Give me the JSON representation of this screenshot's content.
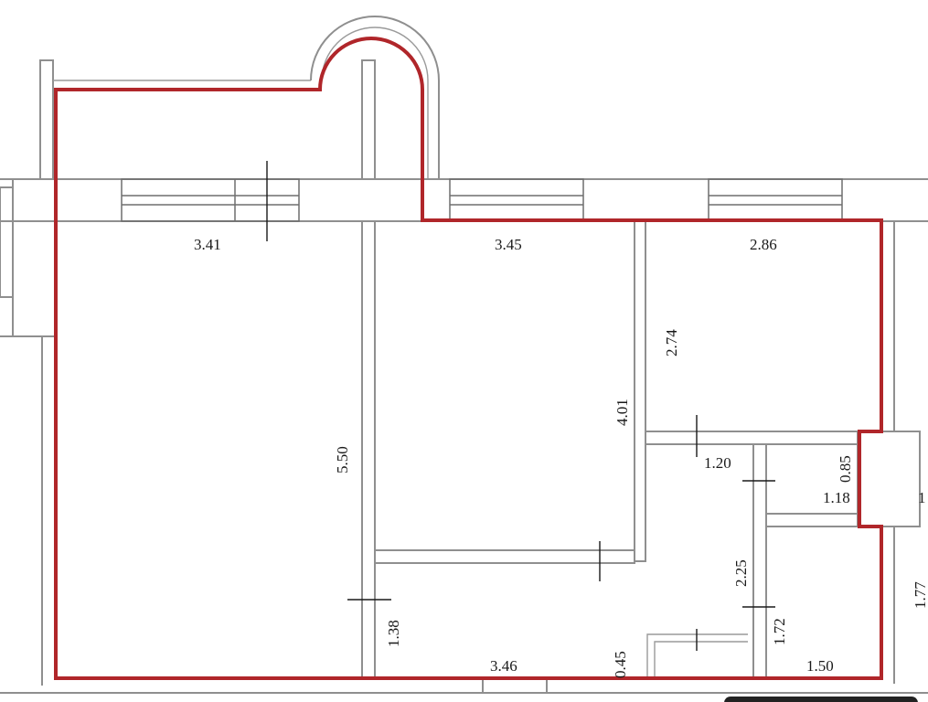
{
  "plan": {
    "boundary_color": "#b0262a",
    "wall_color": "#8f8f8f",
    "dimensions": [
      {
        "id": "dim-room1-width",
        "text": "3.41"
      },
      {
        "id": "dim-room2-width",
        "text": "3.45"
      },
      {
        "id": "dim-room3-width",
        "text": "2.86"
      },
      {
        "id": "dim-room3-depth",
        "text": "2.74"
      },
      {
        "id": "dim-room2-depth",
        "text": "4.01"
      },
      {
        "id": "dim-room1-depth",
        "text": "5.50"
      },
      {
        "id": "dim-hall-top",
        "text": "1.20"
      },
      {
        "id": "dim-bath-depth",
        "text": "0.85"
      },
      {
        "id": "dim-bath-width",
        "text": "1.18"
      },
      {
        "id": "dim-hall-depth",
        "text": "2.25"
      },
      {
        "id": "dim-right-edge",
        "text": "1.77"
      },
      {
        "id": "dim-entry-depth",
        "text": "1.38"
      },
      {
        "id": "dim-wc-depth",
        "text": "1.72"
      },
      {
        "id": "dim-kitchen-width",
        "text": "3.46"
      },
      {
        "id": "dim-niche-depth",
        "text": "0.45"
      },
      {
        "id": "dim-wc-width",
        "text": "1.50"
      },
      {
        "id": "dim-partial",
        "text": "1"
      }
    ]
  }
}
